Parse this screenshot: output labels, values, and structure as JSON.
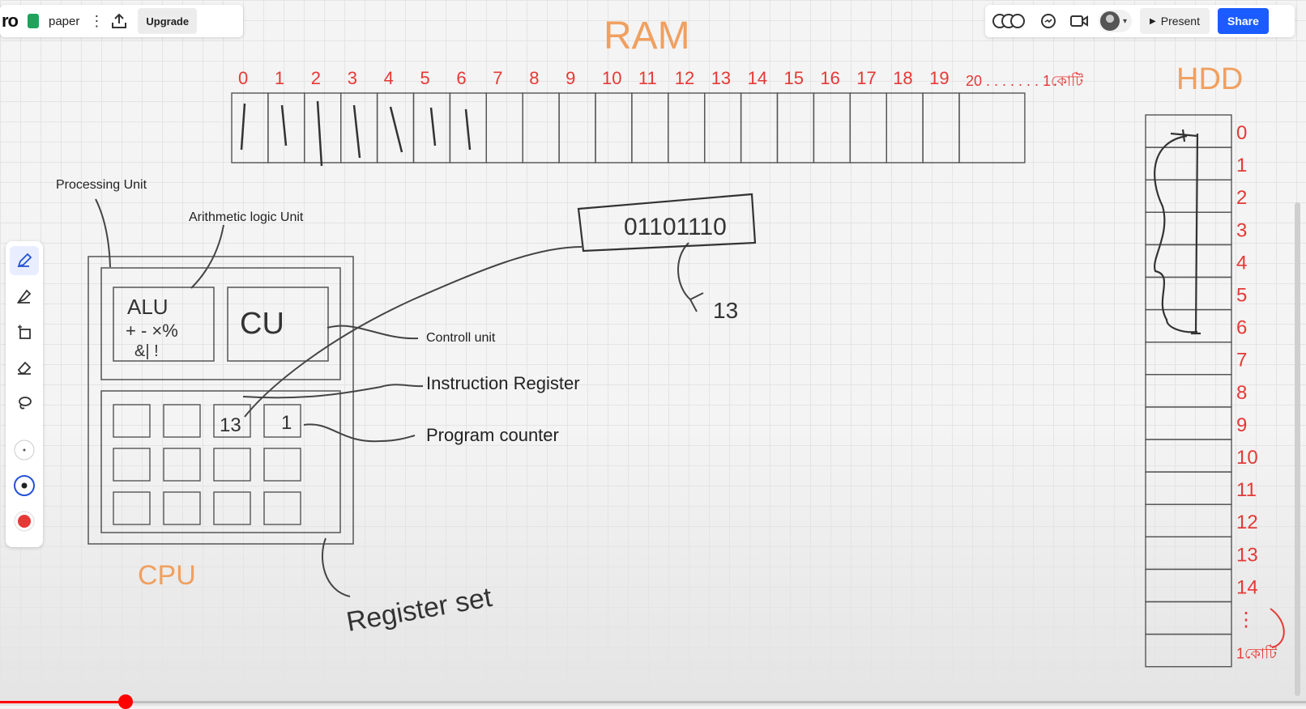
{
  "app": {
    "brand": "ro",
    "board_name": "paper",
    "upgrade_label": "Upgrade",
    "reactions_icon": "emoji-reactions-icon",
    "present_label": "Present",
    "share_label": "Share",
    "accent": "#1a5cff"
  },
  "toolbar": {
    "tools": [
      "pen-icon",
      "highlighter-icon",
      "shape-icon",
      "eraser-icon",
      "lasso-icon",
      "thin-stroke-icon",
      "medium-stroke-icon",
      "red-color-swatch"
    ],
    "active_tool": "pen-icon",
    "pen_color": "#e53935"
  },
  "whiteboard": {
    "ram_title": "RAM",
    "ram_indices": [
      "0",
      "1",
      "2",
      "3",
      "4",
      "5",
      "6",
      "7",
      "8",
      "9",
      "10",
      "11",
      "12",
      "13",
      "14",
      "15",
      "16",
      "17",
      "18",
      "19",
      "20 . . . . . . . 1কোটি"
    ],
    "hdd_title": "HDD",
    "hdd_indices": [
      "0",
      "1",
      "2",
      "3",
      "4",
      "5",
      "6",
      "7",
      "8",
      "9",
      "10",
      "11",
      "12",
      "13",
      "14",
      "⋮",
      "1কোটি"
    ],
    "processing_unit_label": "Processing Unit",
    "alu_label": "Arithmetic logic Unit",
    "alu_text_line1": "ALU",
    "alu_text_line2": "+ - ×%",
    "alu_text_line3": "&| !",
    "cu_text": "CU",
    "control_unit_label": "Controll unit",
    "instruction_register_label": "Instruction Register",
    "program_counter_label": "Program counter",
    "register_ir_value": "13",
    "register_pc_value": "1",
    "binary_value": "01101110",
    "binary_decoded": "13",
    "cpu_label": "CPU",
    "register_set_label": "Register set",
    "ink_red": "#e53935",
    "ink_orange": "#f0a060",
    "ink_dark": "#333333"
  },
  "player": {
    "progress": 0.096
  }
}
